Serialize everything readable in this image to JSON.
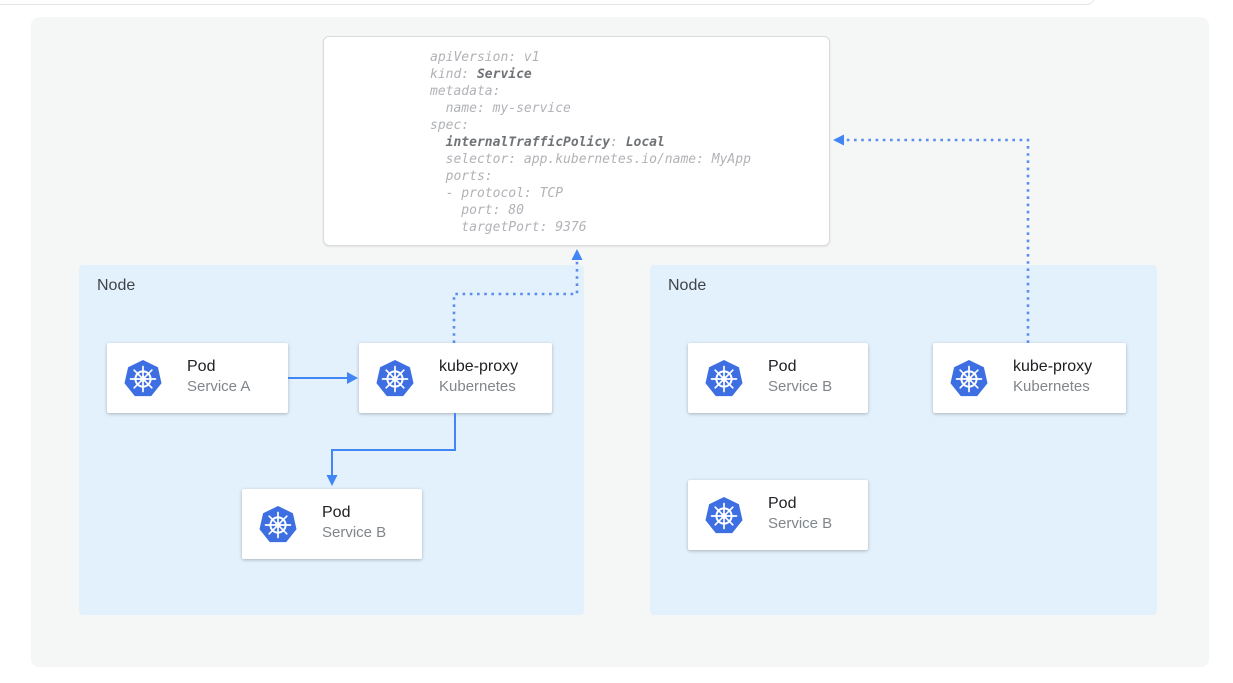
{
  "diagram": {
    "description": "Kubernetes Service internalTrafficPolicy diagram",
    "colors": {
      "solid_line": "#4285f4",
      "dotted_line": "#5b8def",
      "arrowhead": "#4285f4",
      "node_fill": "#e3f1fd",
      "panel_fill": "#f5f6f6",
      "kubernetes_blue": "#3d6fe2"
    }
  },
  "yaml_card": {
    "lines": [
      [
        {
          "t": "apiVersion: v1"
        }
      ],
      [
        {
          "t": "kind: "
        },
        {
          "t": "Service",
          "b": true
        }
      ],
      [
        {
          "t": "metadata:"
        }
      ],
      [
        {
          "t": "  name: my-service"
        }
      ],
      [
        {
          "t": "spec:"
        }
      ],
      [
        {
          "t": "  "
        },
        {
          "t": "internalTrafficPolicy",
          "b": true
        },
        {
          "t": ": "
        },
        {
          "t": "Local",
          "b": true
        }
      ],
      [
        {
          "t": "  selector: app.kubernetes.io/name: MyApp"
        }
      ],
      [
        {
          "t": "  ports:"
        }
      ],
      [
        {
          "t": "  - protocol: TCP"
        }
      ],
      [
        {
          "t": "    port: 80"
        }
      ],
      [
        {
          "t": "    targetPort: 9376"
        }
      ]
    ]
  },
  "nodes": {
    "left": {
      "label": "Node",
      "cards": {
        "pod_a": {
          "title": "Pod",
          "subtitle": "Service A",
          "icon": "kubernetes-icon"
        },
        "kube_proxy": {
          "title": "kube-proxy",
          "subtitle": "Kubernetes",
          "icon": "kubernetes-icon"
        },
        "pod_b": {
          "title": "Pod",
          "subtitle": "Service B",
          "icon": "kubernetes-icon"
        }
      }
    },
    "right": {
      "label": "Node",
      "cards": {
        "pod_b1": {
          "title": "Pod",
          "subtitle": "Service B",
          "icon": "kubernetes-icon"
        },
        "kube_proxy": {
          "title": "kube-proxy",
          "subtitle": "Kubernetes",
          "icon": "kubernetes-icon"
        },
        "pod_b2": {
          "title": "Pod",
          "subtitle": "Service B",
          "icon": "kubernetes-icon"
        }
      }
    }
  }
}
